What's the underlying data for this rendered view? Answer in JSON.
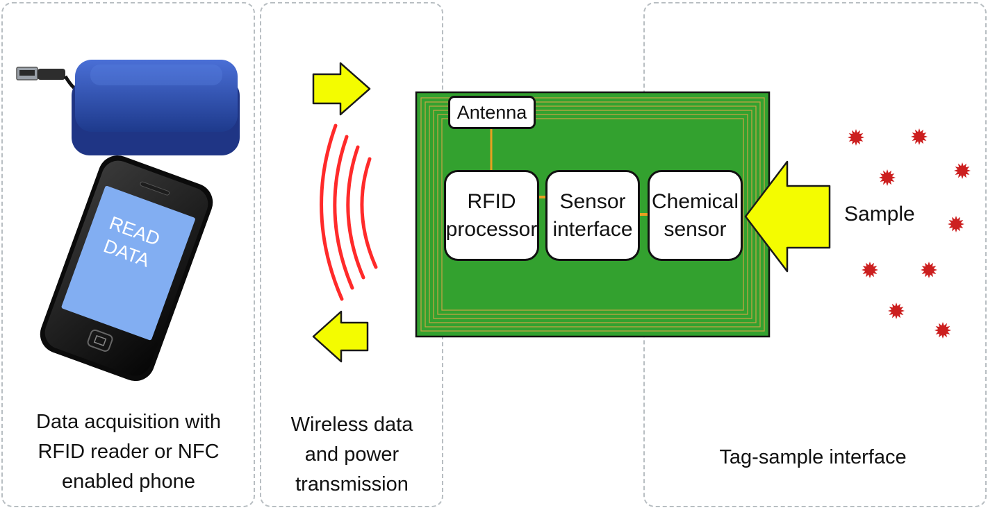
{
  "panels": {
    "data_acquisition": {
      "lines": [
        "Data acquisition with",
        "RFID reader or NFC",
        "enabled phone"
      ]
    },
    "wireless": {
      "lines": [
        "Wireless data",
        "and power",
        "transmission"
      ]
    },
    "tag_sample": {
      "lines": [
        "Tag-sample interface"
      ]
    }
  },
  "phone": {
    "screen_lines": [
      "READ",
      "DATA"
    ]
  },
  "tag": {
    "antenna_label": "Antenna",
    "blocks": [
      {
        "lines": [
          "RFID",
          "processor"
        ]
      },
      {
        "lines": [
          "Sensor",
          "interface"
        ]
      },
      {
        "lines": [
          "Chemical",
          "sensor"
        ]
      }
    ]
  },
  "sample_label": "Sample",
  "colors": {
    "arrow_fill": "#f4fc00",
    "pcb_green": "#33a12f",
    "trace": "#d8a548",
    "wave_red": "#ff2a2a",
    "particle_red": "#cc1f1f",
    "reader_blue": "#2a48a8",
    "phone_screen": "#82aef2"
  },
  "icons": [
    "usb-rfid-reader-icon",
    "smartphone-icon",
    "radio-wave-icon",
    "arrow-right-icon",
    "arrow-left-icon",
    "sample-particle-icon"
  ]
}
